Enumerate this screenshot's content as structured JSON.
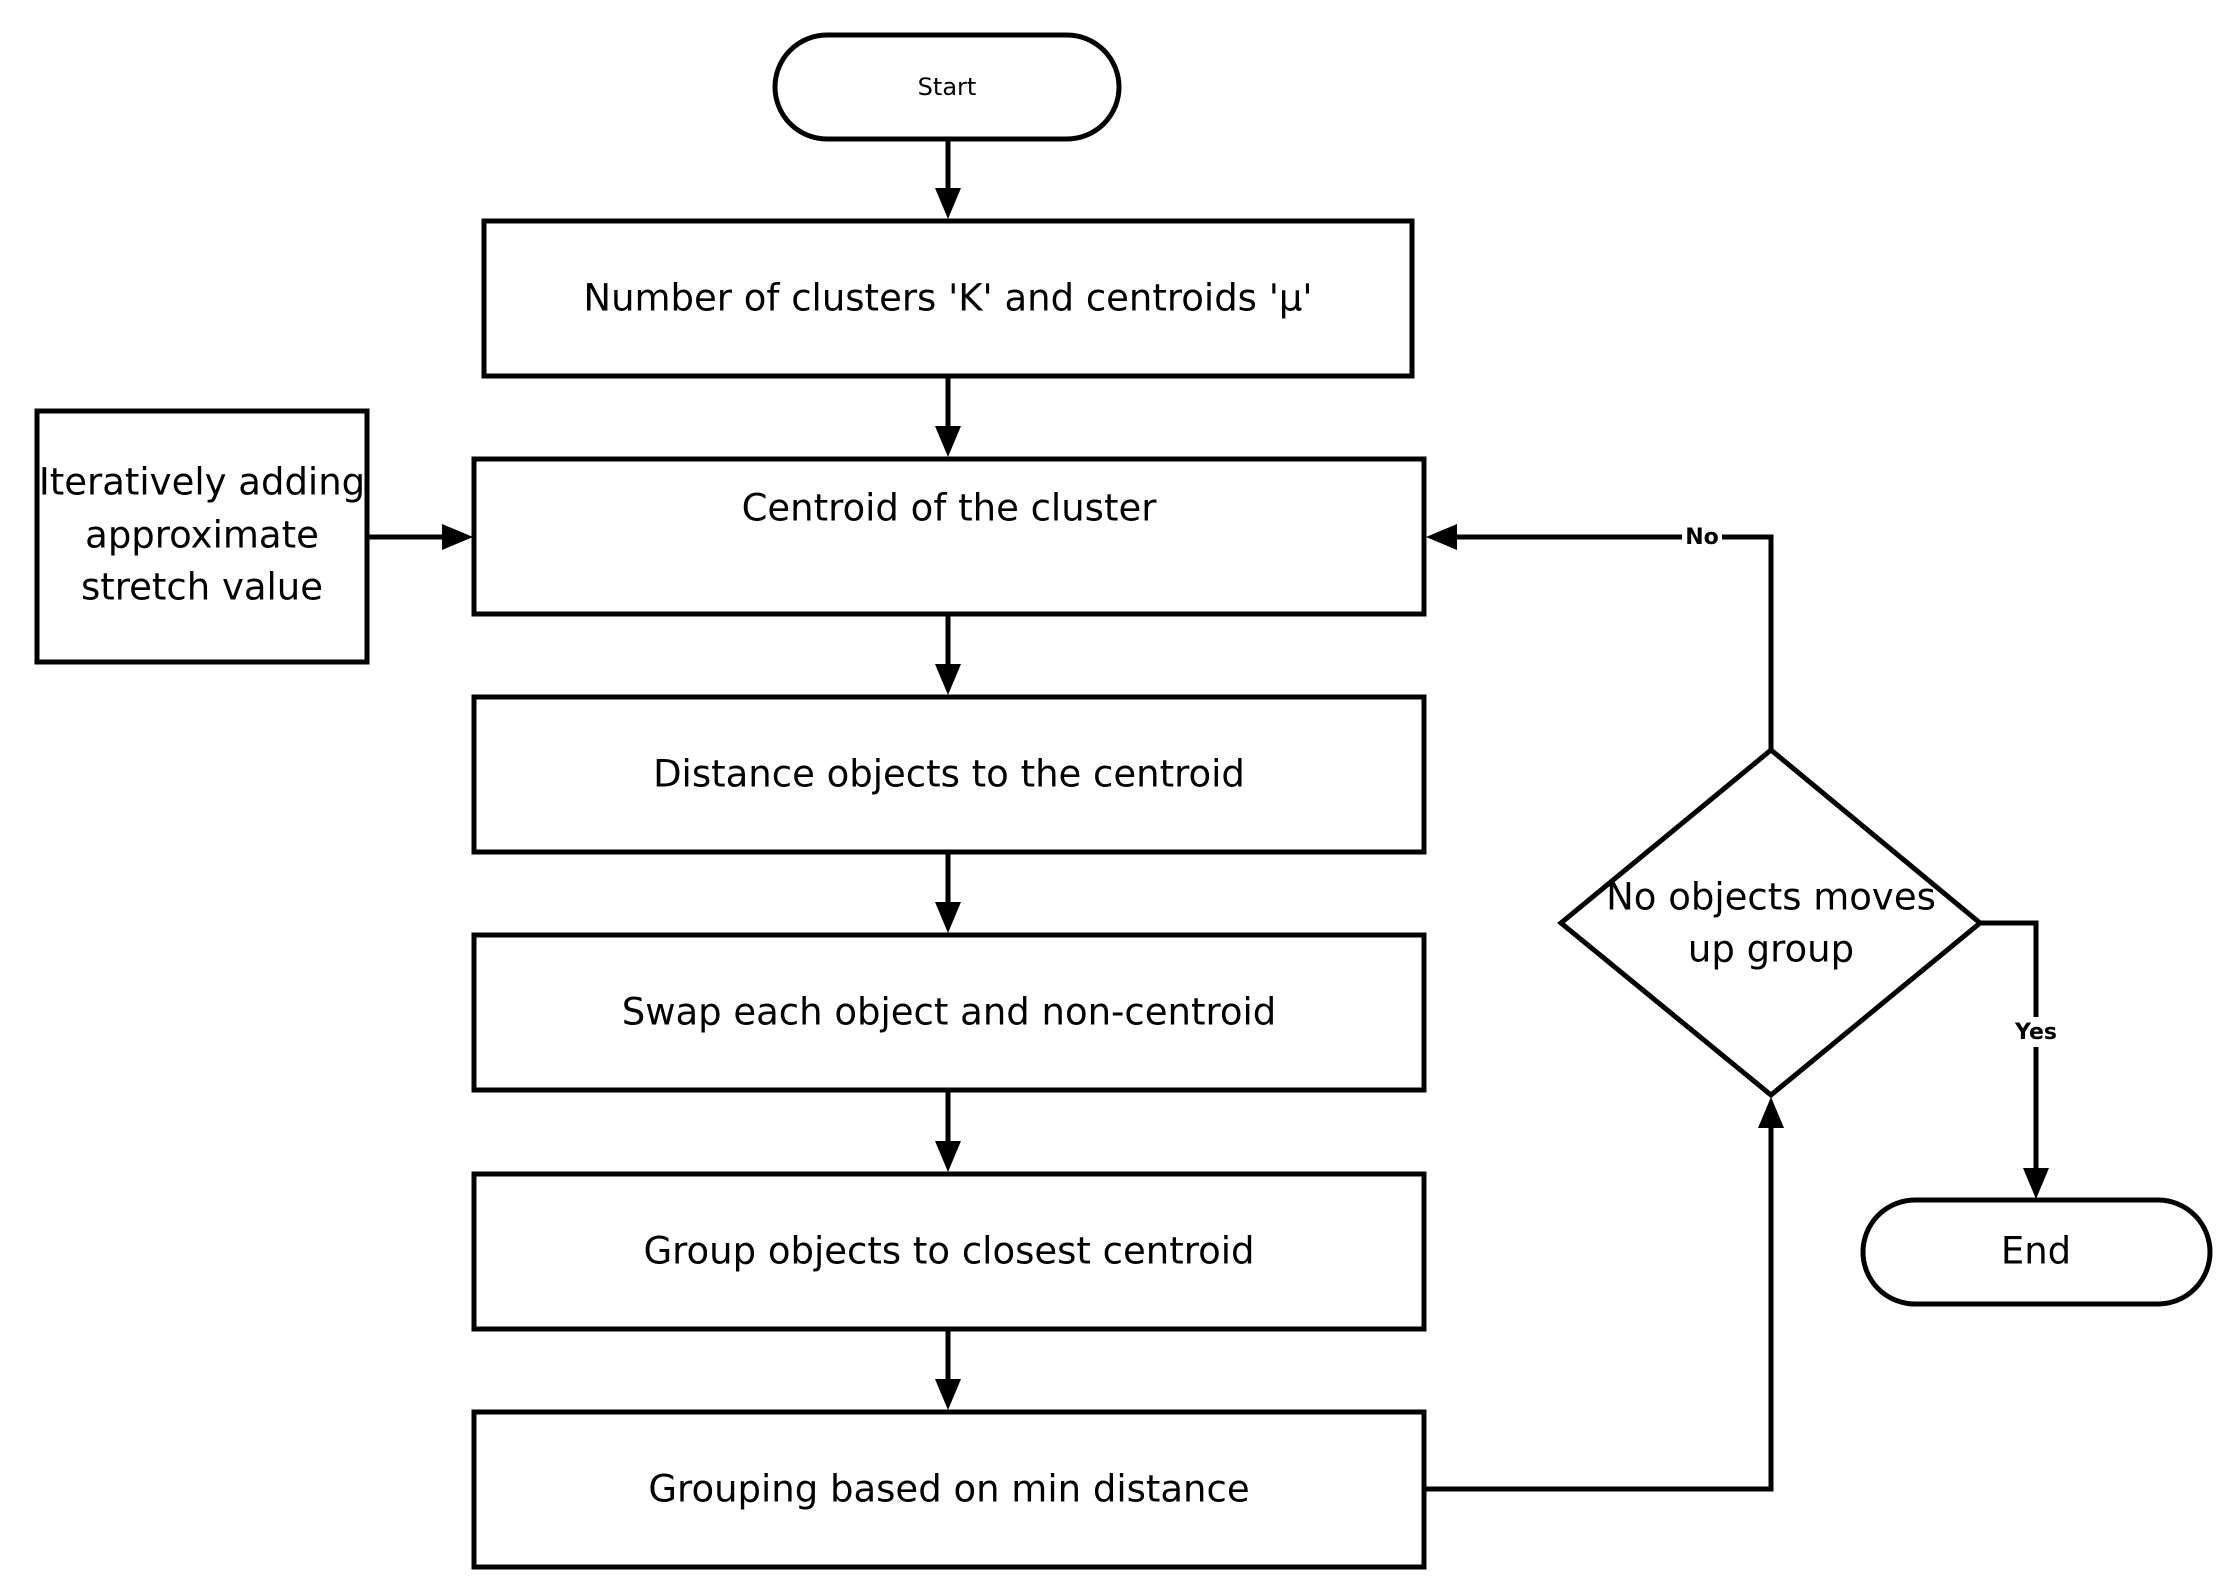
{
  "nodes": {
    "start": {
      "text": "Start"
    },
    "init_clusters": {
      "text": "Number of clusters 'K' and centroids 'μ'"
    },
    "stretch_input": {
      "lines": [
        "Iteratively adding",
        "approximate",
        "stretch value"
      ]
    },
    "centroid": {
      "text": "Centroid of the cluster"
    },
    "distance": {
      "text": "Distance objects to the centroid"
    },
    "swap": {
      "text": "Swap each object and non-centroid"
    },
    "group": {
      "text": "Group objects to closest centroid"
    },
    "grouping": {
      "text": "Grouping based on min distance"
    },
    "decision": {
      "lines": [
        "No objects moves",
        "up group"
      ]
    },
    "end": {
      "text": "End"
    }
  },
  "edge_labels": {
    "no": "No",
    "yes": "Yes"
  }
}
